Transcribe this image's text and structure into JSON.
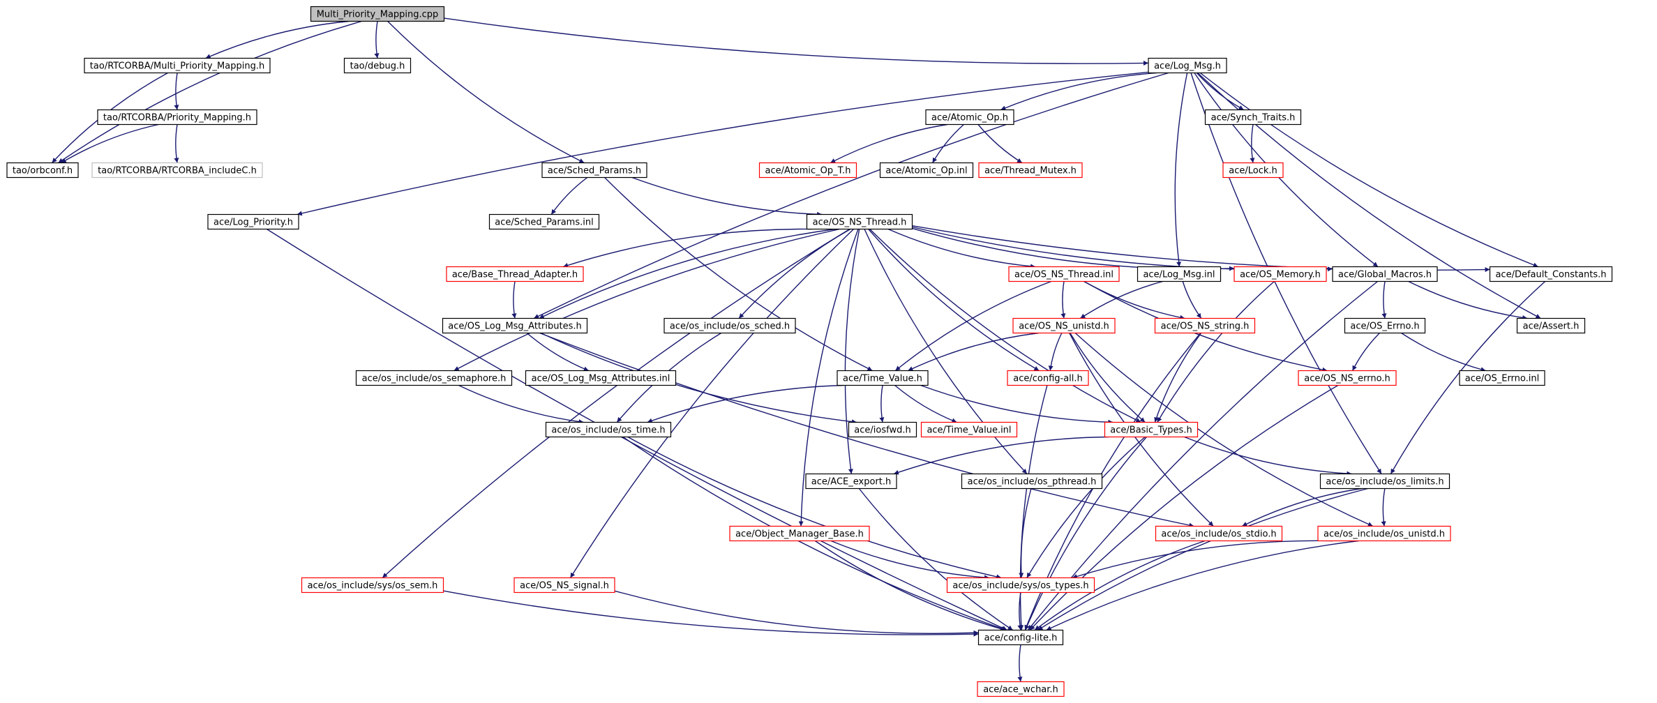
{
  "graph": {
    "colors": {
      "edge": "#191970",
      "border_normal": "#000000",
      "border_truncated": "#ff0000",
      "border_external": "#bfbfbf",
      "root_fill": "#bfbfbf"
    },
    "nodes": [
      {
        "id": "n0",
        "label": "Multi_Priority_Mapping.cpp",
        "kind": "root"
      },
      {
        "id": "n1",
        "label": "tao/RTCORBA/Multi_Priority_Mapping.h",
        "kind": "normal"
      },
      {
        "id": "n2",
        "label": "tao/debug.h",
        "kind": "normal"
      },
      {
        "id": "n3",
        "label": "ace/Log_Msg.h",
        "kind": "normal"
      },
      {
        "id": "n4",
        "label": "tao/RTCORBA/Priority_Mapping.h",
        "kind": "normal"
      },
      {
        "id": "n5",
        "label": "ace/Atomic_Op.h",
        "kind": "normal"
      },
      {
        "id": "n6",
        "label": "ace/Synch_Traits.h",
        "kind": "normal"
      },
      {
        "id": "n7",
        "label": "tao/orbconf.h",
        "kind": "normal"
      },
      {
        "id": "n8",
        "label": "tao/RTCORBA/RTCORBA_includeC.h",
        "kind": "external"
      },
      {
        "id": "n9",
        "label": "ace/Sched_Params.h",
        "kind": "normal"
      },
      {
        "id": "n10",
        "label": "ace/Atomic_Op_T.h",
        "kind": "truncated"
      },
      {
        "id": "n11",
        "label": "ace/Atomic_Op.inl",
        "kind": "normal"
      },
      {
        "id": "n12",
        "label": "ace/Thread_Mutex.h",
        "kind": "truncated"
      },
      {
        "id": "n13",
        "label": "ace/Lock.h",
        "kind": "truncated"
      },
      {
        "id": "n14",
        "label": "ace/Log_Priority.h",
        "kind": "normal"
      },
      {
        "id": "n15",
        "label": "ace/Sched_Params.inl",
        "kind": "normal"
      },
      {
        "id": "n16",
        "label": "ace/OS_NS_Thread.h",
        "kind": "normal"
      },
      {
        "id": "n17",
        "label": "ace/Base_Thread_Adapter.h",
        "kind": "truncated"
      },
      {
        "id": "n18",
        "label": "ace/OS_NS_Thread.inl",
        "kind": "truncated"
      },
      {
        "id": "n19",
        "label": "ace/Log_Msg.inl",
        "kind": "normal"
      },
      {
        "id": "n20",
        "label": "ace/OS_Memory.h",
        "kind": "truncated"
      },
      {
        "id": "n21",
        "label": "ace/Global_Macros.h",
        "kind": "normal"
      },
      {
        "id": "n22",
        "label": "ace/Default_Constants.h",
        "kind": "normal"
      },
      {
        "id": "n23",
        "label": "ace/OS_Log_Msg_Attributes.h",
        "kind": "normal"
      },
      {
        "id": "n24",
        "label": "ace/os_include/os_sched.h",
        "kind": "normal"
      },
      {
        "id": "n25",
        "label": "ace/OS_NS_unistd.h",
        "kind": "truncated"
      },
      {
        "id": "n26",
        "label": "ace/OS_NS_string.h",
        "kind": "truncated"
      },
      {
        "id": "n27",
        "label": "ace/OS_Errno.h",
        "kind": "normal"
      },
      {
        "id": "n28",
        "label": "ace/Assert.h",
        "kind": "normal"
      },
      {
        "id": "n29",
        "label": "ace/os_include/os_semaphore.h",
        "kind": "normal"
      },
      {
        "id": "n30",
        "label": "ace/OS_Log_Msg_Attributes.inl",
        "kind": "normal"
      },
      {
        "id": "n31",
        "label": "ace/Time_Value.h",
        "kind": "normal"
      },
      {
        "id": "n32",
        "label": "ace/config-all.h",
        "kind": "truncated"
      },
      {
        "id": "n33",
        "label": "ace/OS_NS_errno.h",
        "kind": "truncated"
      },
      {
        "id": "n34",
        "label": "ace/OS_Errno.inl",
        "kind": "normal"
      },
      {
        "id": "n35",
        "label": "ace/os_include/os_time.h",
        "kind": "normal"
      },
      {
        "id": "n36",
        "label": "ace/iosfwd.h",
        "kind": "normal"
      },
      {
        "id": "n37",
        "label": "ace/Time_Value.inl",
        "kind": "truncated"
      },
      {
        "id": "n38",
        "label": "ace/Basic_Types.h",
        "kind": "truncated"
      },
      {
        "id": "n39",
        "label": "ace/ACE_export.h",
        "kind": "normal"
      },
      {
        "id": "n40",
        "label": "ace/os_include/os_pthread.h",
        "kind": "normal"
      },
      {
        "id": "n41",
        "label": "ace/os_include/os_limits.h",
        "kind": "normal"
      },
      {
        "id": "n42",
        "label": "ace/Object_Manager_Base.h",
        "kind": "truncated"
      },
      {
        "id": "n43",
        "label": "ace/os_include/os_stdio.h",
        "kind": "truncated"
      },
      {
        "id": "n44",
        "label": "ace/os_include/os_unistd.h",
        "kind": "truncated"
      },
      {
        "id": "n45",
        "label": "ace/os_include/sys/os_sem.h",
        "kind": "truncated"
      },
      {
        "id": "n46",
        "label": "ace/OS_NS_signal.h",
        "kind": "truncated"
      },
      {
        "id": "n47",
        "label": "ace/os_include/sys/os_types.h",
        "kind": "truncated"
      },
      {
        "id": "n48",
        "label": "ace/config-lite.h",
        "kind": "normal"
      },
      {
        "id": "n49",
        "label": "ace/ace_wchar.h",
        "kind": "truncated"
      }
    ],
    "edges": [
      [
        "n0",
        "n7"
      ],
      [
        "n0",
        "n1"
      ],
      [
        "n0",
        "n2"
      ],
      [
        "n0",
        "n9"
      ],
      [
        "n0",
        "n3"
      ],
      [
        "n1",
        "n4"
      ],
      [
        "n1",
        "n7"
      ],
      [
        "n4",
        "n7"
      ],
      [
        "n4",
        "n8"
      ],
      [
        "n3",
        "n14"
      ],
      [
        "n3",
        "n23"
      ],
      [
        "n3",
        "n5"
      ],
      [
        "n3",
        "n6"
      ],
      [
        "n3",
        "n19"
      ],
      [
        "n3",
        "n21"
      ],
      [
        "n3",
        "n22"
      ],
      [
        "n3",
        "n28"
      ],
      [
        "n3",
        "n41"
      ],
      [
        "n5",
        "n10"
      ],
      [
        "n5",
        "n11"
      ],
      [
        "n5",
        "n12"
      ],
      [
        "n6",
        "n13"
      ],
      [
        "n9",
        "n15"
      ],
      [
        "n9",
        "n16"
      ],
      [
        "n9",
        "n31"
      ],
      [
        "n14",
        "n48"
      ],
      [
        "n16",
        "n17"
      ],
      [
        "n16",
        "n23"
      ],
      [
        "n16",
        "n29"
      ],
      [
        "n16",
        "n24"
      ],
      [
        "n16",
        "n18"
      ],
      [
        "n16",
        "n20"
      ],
      [
        "n16",
        "n21"
      ],
      [
        "n16",
        "n22"
      ],
      [
        "n16",
        "n32"
      ],
      [
        "n16",
        "n38"
      ],
      [
        "n16",
        "n39"
      ],
      [
        "n16",
        "n40"
      ],
      [
        "n16",
        "n42"
      ],
      [
        "n16",
        "n45"
      ],
      [
        "n16",
        "n46"
      ],
      [
        "n17",
        "n23"
      ],
      [
        "n23",
        "n30"
      ],
      [
        "n23",
        "n36"
      ],
      [
        "n23",
        "n43"
      ],
      [
        "n18",
        "n25"
      ],
      [
        "n18",
        "n26"
      ],
      [
        "n18",
        "n31"
      ],
      [
        "n18",
        "n33"
      ],
      [
        "n19",
        "n25"
      ],
      [
        "n19",
        "n26"
      ],
      [
        "n20",
        "n38"
      ],
      [
        "n21",
        "n27"
      ],
      [
        "n21",
        "n28"
      ],
      [
        "n21",
        "n48"
      ],
      [
        "n22",
        "n41"
      ],
      [
        "n24",
        "n35"
      ],
      [
        "n29",
        "n35"
      ],
      [
        "n25",
        "n31"
      ],
      [
        "n25",
        "n32"
      ],
      [
        "n25",
        "n38"
      ],
      [
        "n25",
        "n43"
      ],
      [
        "n25",
        "n44"
      ],
      [
        "n26",
        "n38"
      ],
      [
        "n26",
        "n48"
      ],
      [
        "n27",
        "n33"
      ],
      [
        "n27",
        "n34"
      ],
      [
        "n33",
        "n48"
      ],
      [
        "n31",
        "n35"
      ],
      [
        "n31",
        "n36"
      ],
      [
        "n31",
        "n37"
      ],
      [
        "n31",
        "n38"
      ],
      [
        "n35",
        "n47"
      ],
      [
        "n35",
        "n48"
      ],
      [
        "n32",
        "n48"
      ],
      [
        "n38",
        "n39"
      ],
      [
        "n38",
        "n41"
      ],
      [
        "n38",
        "n47"
      ],
      [
        "n38",
        "n48"
      ],
      [
        "n39",
        "n48"
      ],
      [
        "n40",
        "n47"
      ],
      [
        "n41",
        "n43"
      ],
      [
        "n41",
        "n44"
      ],
      [
        "n41",
        "n48"
      ],
      [
        "n42",
        "n47"
      ],
      [
        "n42",
        "n48"
      ],
      [
        "n43",
        "n48"
      ],
      [
        "n44",
        "n47"
      ],
      [
        "n44",
        "n48"
      ],
      [
        "n45",
        "n48"
      ],
      [
        "n46",
        "n48"
      ],
      [
        "n47",
        "n48"
      ],
      [
        "n48",
        "n49"
      ]
    ]
  }
}
